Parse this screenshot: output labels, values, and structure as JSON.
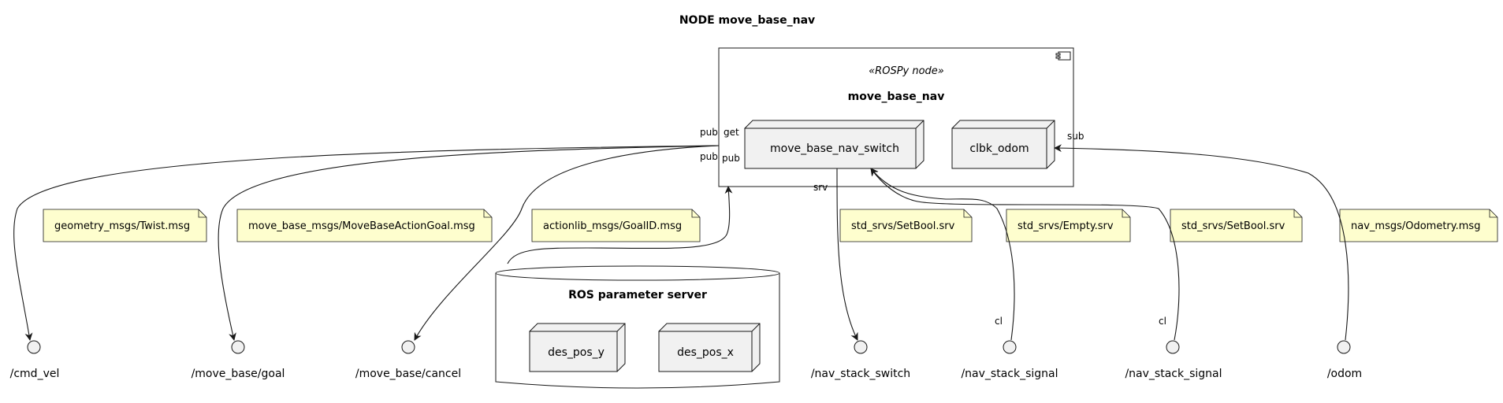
{
  "title": "NODE move_base_nav",
  "node": {
    "stereotype": "«ROSPy node»",
    "name": "move_base_nav",
    "components": [
      "move_base_nav_switch",
      "clbk_odom"
    ]
  },
  "param_server": {
    "name": "ROS parameter server",
    "params": [
      "des_pos_y",
      "des_pos_x"
    ]
  },
  "topics": [
    "/cmd_vel",
    "/move_base/goal",
    "/move_base/cancel",
    "/nav_stack_switch",
    "/nav_stack_signal",
    "/nav_stack_signal",
    "/odom"
  ],
  "notes": [
    "geometry_msgs/Twist.msg",
    "move_base_msgs/MoveBaseActionGoal.msg",
    "actionlib_msgs/GoalID.msg",
    "std_srvs/SetBool.srv",
    "std_srvs/Empty.srv",
    "std_srvs/SetBool.srv",
    "nav_msgs/Odometry.msg"
  ],
  "edge_labels": {
    "pub": "pub",
    "get": "get",
    "srv": "srv",
    "cl": "cl",
    "sub": "sub"
  },
  "colors": {
    "note_fill": "#fefece",
    "box_fill": "#f1f1f1",
    "stroke": "#181818"
  }
}
